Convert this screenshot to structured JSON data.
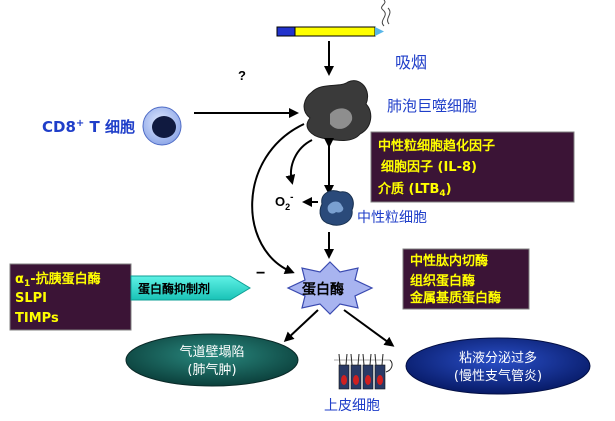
{
  "labels": {
    "smoking": "吸烟",
    "question": "?",
    "cd8_main": "CD8",
    "cd8_sup": "+",
    "cd8_rest": " T 细胞",
    "macrophage": "肺泡巨噬细胞",
    "o2": "O",
    "o2_sub": "2",
    "o2_sup": "-",
    "neutrophil": "中性粒细胞",
    "protease": "蛋白酶",
    "epithelium": "上皮细胞"
  },
  "boxes": {
    "macro_factors": {
      "line1": "中性粒细胞趋化因子",
      "line2": "细胞因子 (IL-8)",
      "line3_pre": "介质 (LTB",
      "line3_sub": "4",
      "line3_post": ")"
    },
    "proteases": {
      "line1": "中性肽内切酶",
      "line2": "组织蛋白酶",
      "line3": "金属基质蛋白酶"
    },
    "inhibitors": {
      "alpha": "α",
      "alpha_sub": "1",
      "line1_rest": "-抗胰蛋白酶",
      "line2": "SLPI",
      "line3": "TIMPs"
    },
    "inhibitor_arrow": "蛋白酶抑制剂",
    "minus_sign": "−"
  },
  "outcomes": {
    "emphysema_line1": "气道壁塌陷",
    "emphysema_line2": "(肺气肿)",
    "bronchitis_line1": "粘液分泌过多",
    "bronchitis_line2": "(慢性支气管炎)"
  },
  "colors": {
    "label_blue": "#1f3ec9",
    "box_bg": "#3b1436",
    "inhibitor_arrow": "#2fe0d2",
    "protease_star": "#a8b4f0",
    "emphysema_fill": "#0f5a55",
    "bronchitis_fill": "#0b2a8a",
    "cigarette_yellow": "#ffff00",
    "cigarette_filter": "#2233cc"
  }
}
